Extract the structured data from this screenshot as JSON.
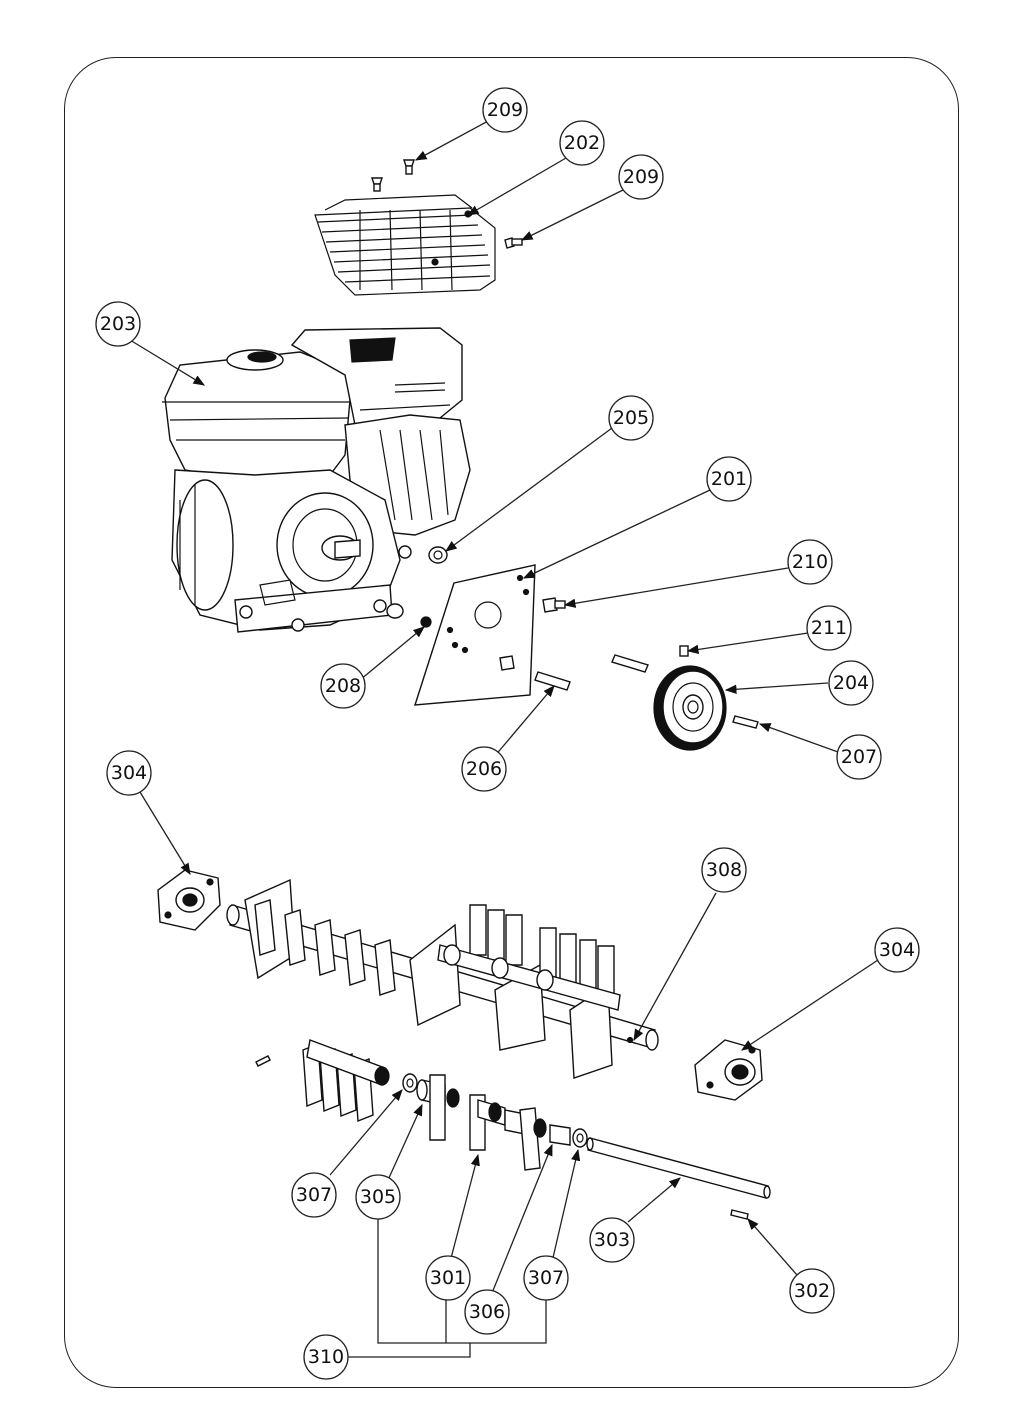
{
  "callouts": [
    {
      "id": "c209a",
      "label": "209"
    },
    {
      "id": "c202",
      "label": "202"
    },
    {
      "id": "c209b",
      "label": "209"
    },
    {
      "id": "c203",
      "label": "203"
    },
    {
      "id": "c205",
      "label": "205"
    },
    {
      "id": "c201",
      "label": "201"
    },
    {
      "id": "c210",
      "label": "210"
    },
    {
      "id": "c211",
      "label": "211"
    },
    {
      "id": "c204",
      "label": "204"
    },
    {
      "id": "c207",
      "label": "207"
    },
    {
      "id": "c208",
      "label": "208"
    },
    {
      "id": "c206",
      "label": "206"
    },
    {
      "id": "c304a",
      "label": "304"
    },
    {
      "id": "c308",
      "label": "308"
    },
    {
      "id": "c304b",
      "label": "304"
    },
    {
      "id": "c307a",
      "label": "307"
    },
    {
      "id": "c305",
      "label": "305"
    },
    {
      "id": "c301",
      "label": "301"
    },
    {
      "id": "c306",
      "label": "306"
    },
    {
      "id": "c307b",
      "label": "307"
    },
    {
      "id": "c303",
      "label": "303"
    },
    {
      "id": "c302",
      "label": "302"
    },
    {
      "id": "c310",
      "label": "310"
    }
  ]
}
